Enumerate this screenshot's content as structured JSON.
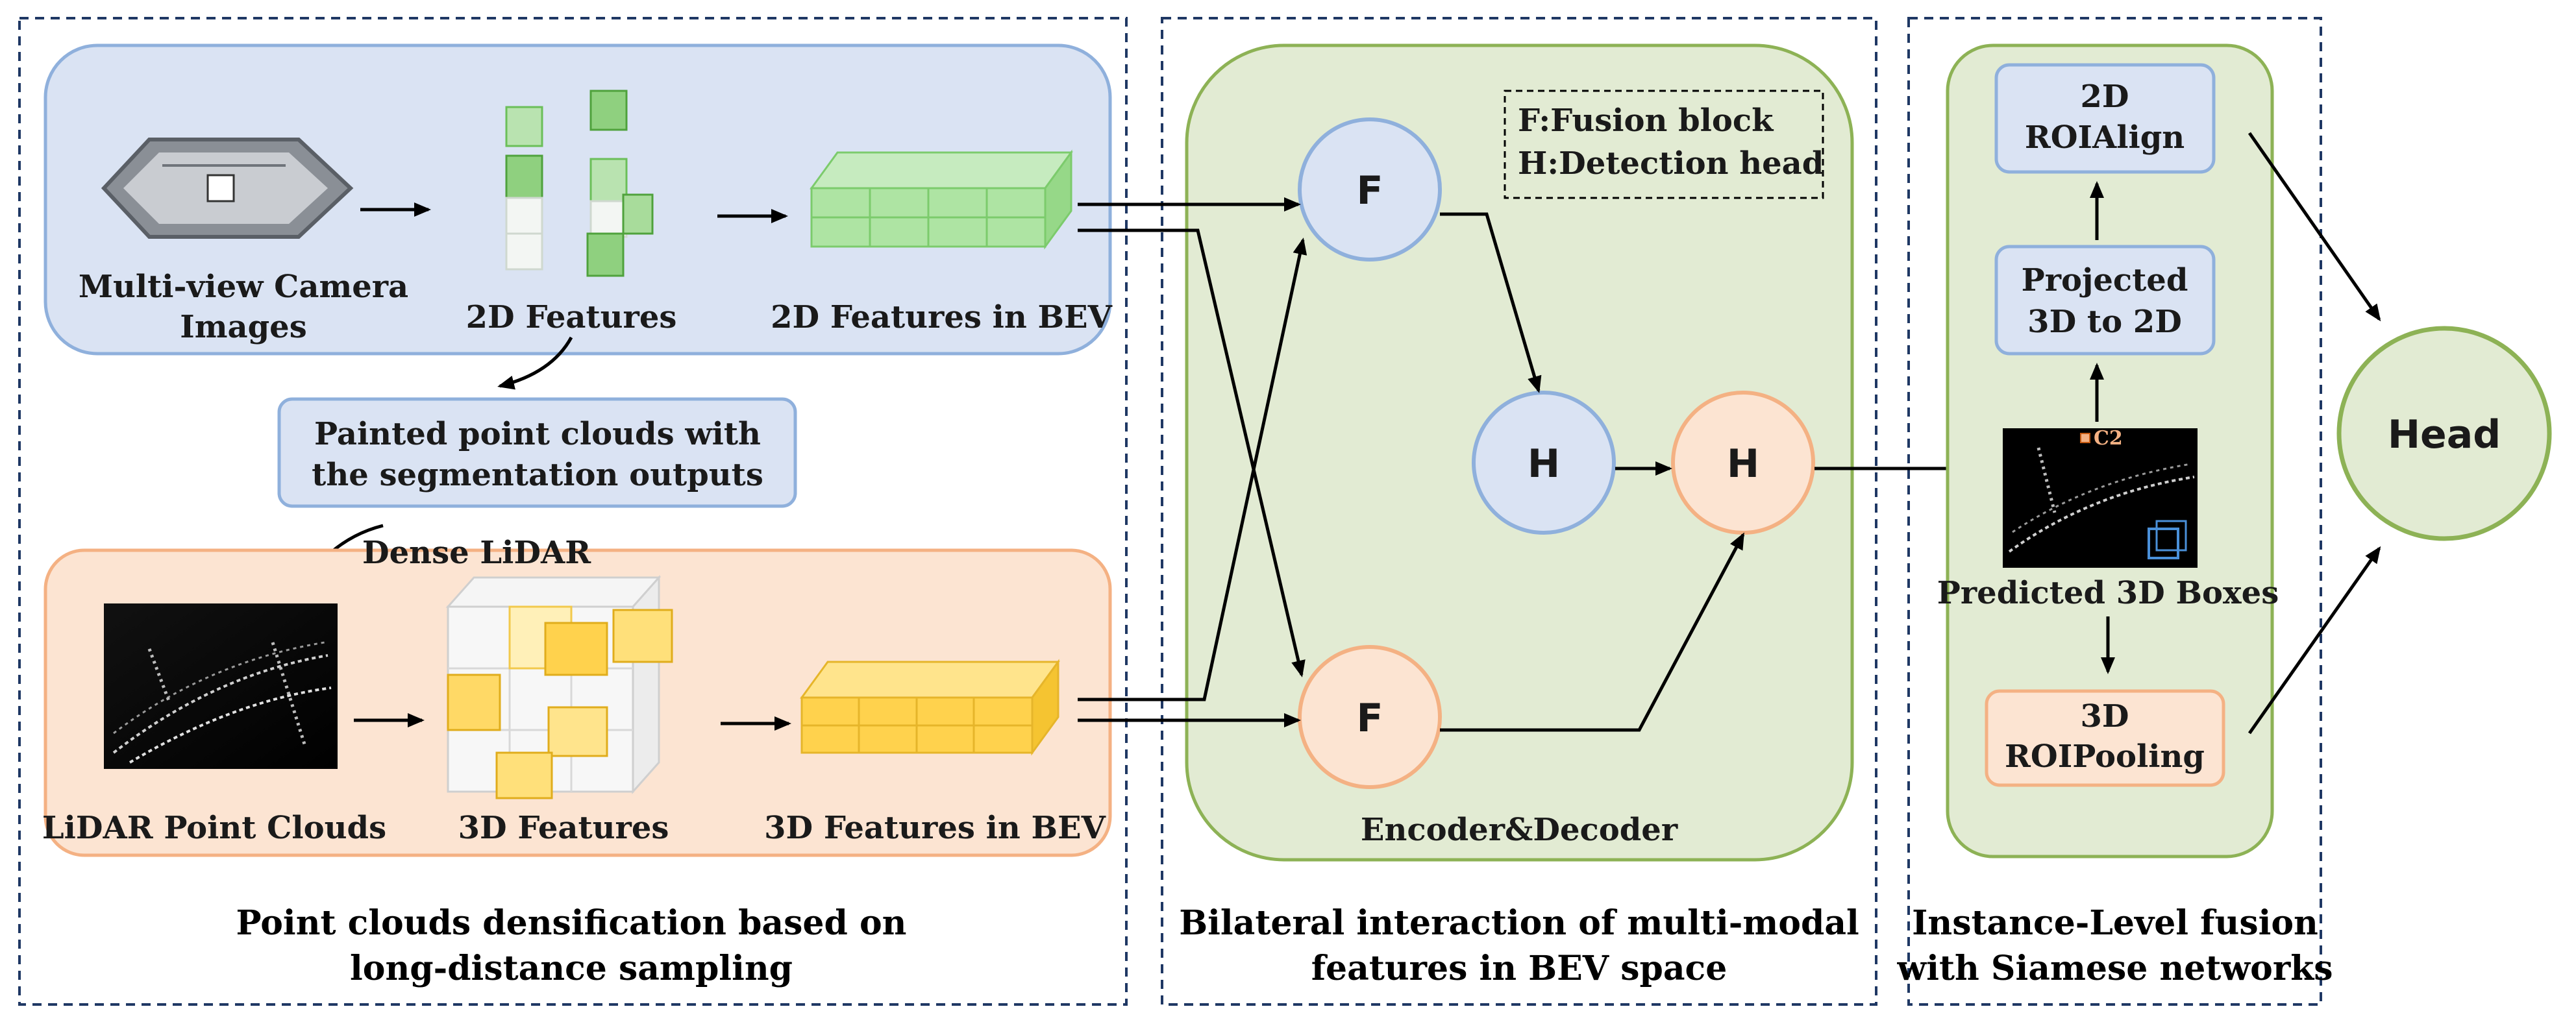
{
  "left_panel": {
    "camera_label": [
      "Multi-view Camera",
      "Images"
    ],
    "features_2d_label": "2D Features",
    "bev_2d_label": "2D Features in BEV",
    "painted_box": [
      "Painted point clouds with",
      "the segmentation outputs"
    ],
    "dense_lidar_label": "Dense LiDAR",
    "lidar_label": "LiDAR Point Clouds",
    "features_3d_label": "3D Features",
    "bev_3d_label": "3D Features in BEV",
    "caption": [
      "Point clouds densification based on",
      "long-distance sampling"
    ]
  },
  "middle_panel": {
    "legend": [
      "F:Fusion block",
      "H:Detection head"
    ],
    "fusion_top": "F",
    "fusion_bottom": "F",
    "head_blue": "H",
    "head_orange": "H",
    "encoder_label": "Encoder&Decoder",
    "caption": [
      "Bilateral interaction of multi-modal",
      "features in BEV space"
    ]
  },
  "right_panel": {
    "roialign": [
      "2D",
      "ROIAlign"
    ],
    "projected": [
      "Projected",
      "3D to 2D"
    ],
    "c2_label": "C2",
    "predicted_label": "Predicted 3D Boxes",
    "roipooling": [
      "3D",
      "ROIPooling"
    ],
    "caption": [
      "Instance-Level fusion",
      "with Siamese networks"
    ]
  },
  "head_node": "Head",
  "colors": {
    "blue_fill": "#dae3f3",
    "blue_stroke": "#8fb0dc",
    "orange_fill": "#fce4d2",
    "orange_stroke": "#f4b183",
    "green_fill": "#e2ebd3",
    "green_stroke": "#8db255",
    "dash_border": "#1f3864"
  }
}
